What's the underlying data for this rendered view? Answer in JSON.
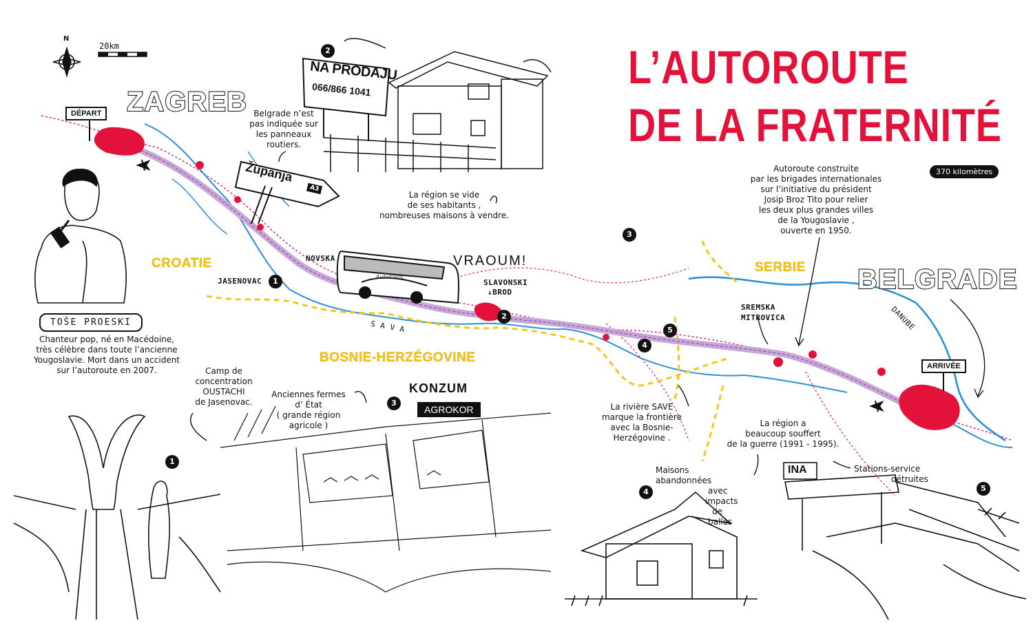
{
  "title_line1": "L’AUTOROUTE",
  "title_line2": "DE LA FRATERNITÉ",
  "length_badge": "370 kilomètres",
  "compass_letter": "N",
  "scale_label": "20km",
  "cities": {
    "zagreb": "ZAGREB",
    "belgrade": "BELGRADE"
  },
  "countries": {
    "croatie": "CROATIE",
    "serbie": "SERBIE",
    "bosnie": "BOSNIE-HERZÉGOVINE"
  },
  "towns": {
    "jasenovac": "JASENOVAC",
    "novska": "NOVSKA",
    "slavonski_1": "SLAVONSKI",
    "slavonski_2": "↓BROD",
    "sremska_1": "SREMSKA",
    "sremska_2": "MITROVICA"
  },
  "rivers": {
    "sava": "S A V A",
    "danube": "DANUBE"
  },
  "signs": {
    "depart": "DÉPART",
    "arrivee": "ARRIVÉE",
    "zupanja": "Županja",
    "a3": "A3"
  },
  "billboard": {
    "line1": "NA PRODAJU",
    "line2": "066/866 1041"
  },
  "bus": {
    "sound": "VRAOUM!",
    "brand": "Autotrans"
  },
  "singer_name": "TOŠE PROESKI",
  "store": {
    "konzum": "KONZUM",
    "agrokor": "AGROKOR"
  },
  "station_sign": "INA",
  "markers": [
    "1",
    "2",
    "3",
    "4",
    "5"
  ],
  "notes": {
    "belgrade_sign": [
      "Belgrade n’est",
      "pas indiquée sur",
      "les panneaux",
      "routiers."
    ],
    "region_empty": [
      "La région se vide",
      "de ses habitants ,",
      "nombreuses maisons à vendre."
    ],
    "autoroute": [
      "Autoroute construite",
      "par les brigades internationales",
      "sur l’initiative du président",
      "Josip Broz Tito pour relier",
      "les deux plus grandes villes",
      "de la Yougoslavie ,",
      "ouverte en 1950."
    ],
    "singer": [
      "Chanteur pop, né en Macédoine,",
      "très célèbre dans toute l’ancienne",
      "Yougoslavie. Mort dans un accident",
      "sur l’autoroute en 2007."
    ],
    "camp": [
      "Camp de",
      "concentration",
      "OUSTACHI",
      "de Jasenovac."
    ],
    "farms": [
      "Anciennes fermes",
      "d’ État",
      "( grande région",
      "agricole )"
    ],
    "river_border": [
      "La rivière SAVE",
      "marque la frontière",
      "avec la Bosnie-",
      "Herzégovine ."
    ],
    "war": [
      "La région a",
      "beaucoup souffert",
      "de la guerre (1991 - 1995)."
    ],
    "houses": [
      "Maisons abandonnées",
      "avec",
      "impacts",
      "de",
      "balles"
    ],
    "stations": [
      "Stations-service",
      "détruites"
    ]
  },
  "colors": {
    "title_red": "#e3123a",
    "highway": "#c9a6d8",
    "river": "#2a8fd6",
    "border": "#f5c518",
    "rail": "#e0246e",
    "city": "#e3123a"
  }
}
